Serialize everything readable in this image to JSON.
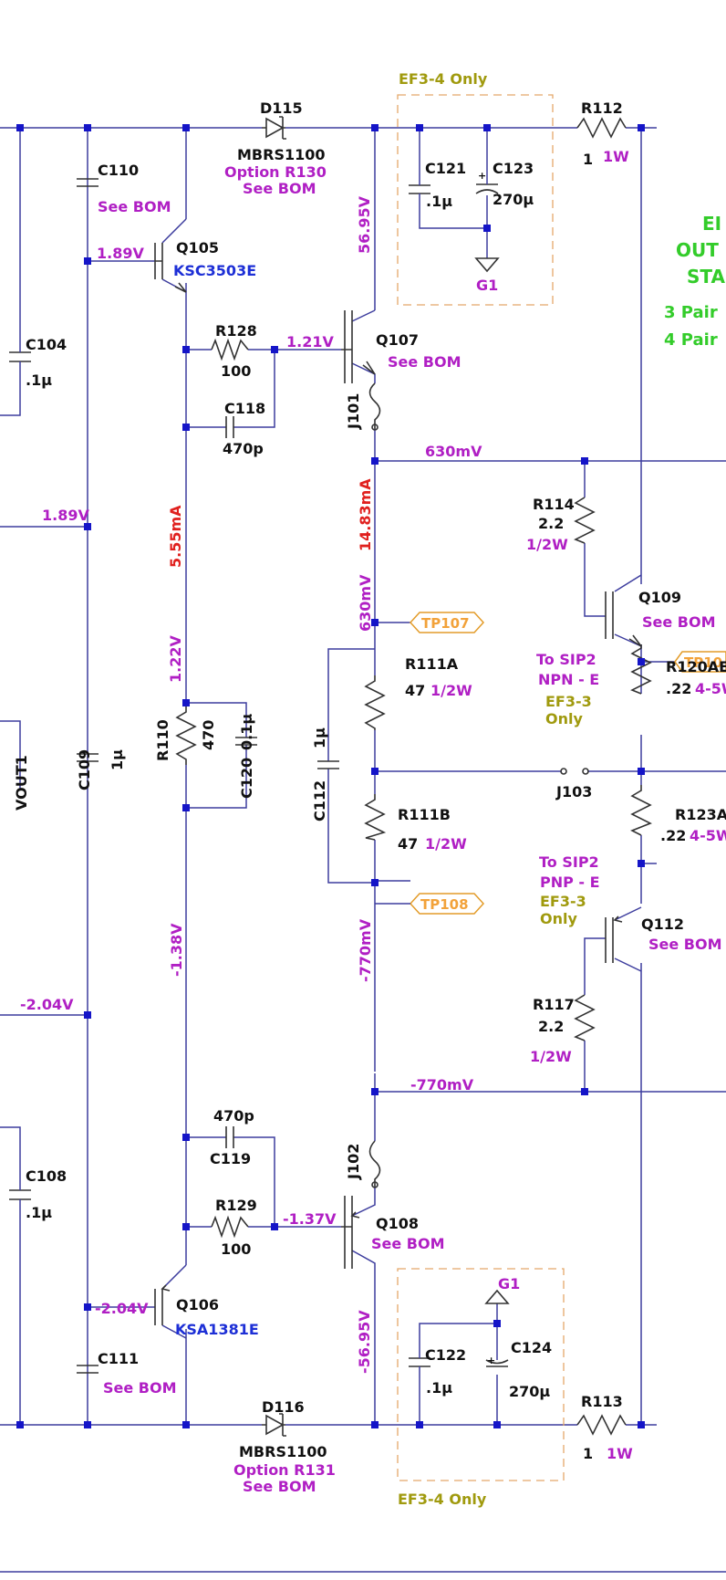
{
  "labels": {
    "d115_ref": "D115",
    "d115_part": "MBRS1100",
    "d115_opt": "Option R130",
    "d115_bom": "See BOM",
    "d116_ref": "D116",
    "d116_part": "MBRS1100",
    "d116_opt": "Option R131",
    "d116_bom": "See BOM",
    "ef34_top": "EF3-4 Only",
    "ef34_bot": "EF3-4 Only",
    "r112_ref": "R112",
    "r112_val": "1",
    "r112_pw": "1W",
    "r113_ref": "R113",
    "r113_val": "1",
    "r113_pw": "1W",
    "c110_ref": "C110",
    "c110_val": "See BOM",
    "c111_ref": "C111",
    "c111_val": "See BOM",
    "c121_ref": "C121",
    "c121_val": ".1µ",
    "c123_ref": "C123",
    "c123_val": "270µ",
    "c122_ref": "C122",
    "c122_val": ".1µ",
    "c124_ref": "C124",
    "c124_val": "270µ",
    "g1_top": "G1",
    "g1_bot": "G1",
    "c104_ref": "C104",
    "c104_val": ".1µ",
    "c108_ref": "C108",
    "c108_val": ".1µ",
    "c109_ref": "C109",
    "c109_val": "1µ",
    "q105_ref": "Q105",
    "q105_part": "KSC3503E",
    "q106_ref": "Q106",
    "q106_part": "KSA1381E",
    "q107_ref": "Q107",
    "q107_bom": "See BOM",
    "q108_ref": "Q108",
    "q108_bom": "See BOM",
    "q109_ref": "Q109",
    "q109_bom": "See BOM",
    "q112_ref": "Q112",
    "q112_bom": "See BOM",
    "r128_ref": "R128",
    "r128_val": "100",
    "r129_ref": "R129",
    "r129_val": "100",
    "c118_ref": "C118",
    "c118_val": "470p",
    "c119_ref": "C119",
    "c119_val": "470p",
    "r110_ref": "R110",
    "r110_val": "470",
    "c120_ref": "C120",
    "c120_val": "0.1µ",
    "c112_ref": "C112",
    "c112_val": "1µ",
    "r111a_ref": "R111A",
    "r111a_val": "47",
    "r111a_pw": "1/2W",
    "r111b_ref": "R111B",
    "r111b_val": "47",
    "r111b_pw": "1/2W",
    "r114_ref": "R114",
    "r114_val": "2.2",
    "r114_pw": "1/2W",
    "r117_ref": "R117",
    "r117_val": "2.2",
    "r117_pw": "1/2W",
    "r120_ref": "R120AE",
    "r120_val": ".22",
    "r120_pw": "4-5W",
    "r123_ref": "R123A",
    "r123_val": ".22",
    "r123_pw": "4-5W",
    "j101": "J101",
    "j102": "J102",
    "j103": "J103",
    "tp107": "TP107",
    "tp108": "TP108",
    "tp10": "TP10",
    "sip_npn_1": "To SIP2",
    "sip_npn_2": "NPN - E",
    "sip_npn_3": "EF3-3",
    "sip_npn_4": "Only",
    "sip_pnp_1": "To SIP2",
    "sip_pnp_2": "PNP - E",
    "sip_pnp_3": "EF3-3",
    "sip_pnp_4": "Only",
    "vout": "VOUT1",
    "title_1": "EI",
    "title_2": "OUT",
    "title_3": "STA",
    "pairs_3": "3 Pair",
    "pairs_4": "4 Pair"
  },
  "measurements": {
    "v_189_a": "1.89V",
    "v_189_b": "1.89V",
    "v_204_a": "-2.04V",
    "v_204_b": "-2.04V",
    "v_5695": "56.95V",
    "v_n5695": "-56.95V",
    "v_121": "1.21V",
    "v_n137": "-1.37V",
    "v_630_a": "630mV",
    "v_630_b": "630mV",
    "v_122": "1.22V",
    "v_n138": "-1.38V",
    "v_n770_a": "-770mV",
    "v_n770_b": "-770mV",
    "i_555": "5.55mA",
    "i_1483": "14.83mA"
  }
}
